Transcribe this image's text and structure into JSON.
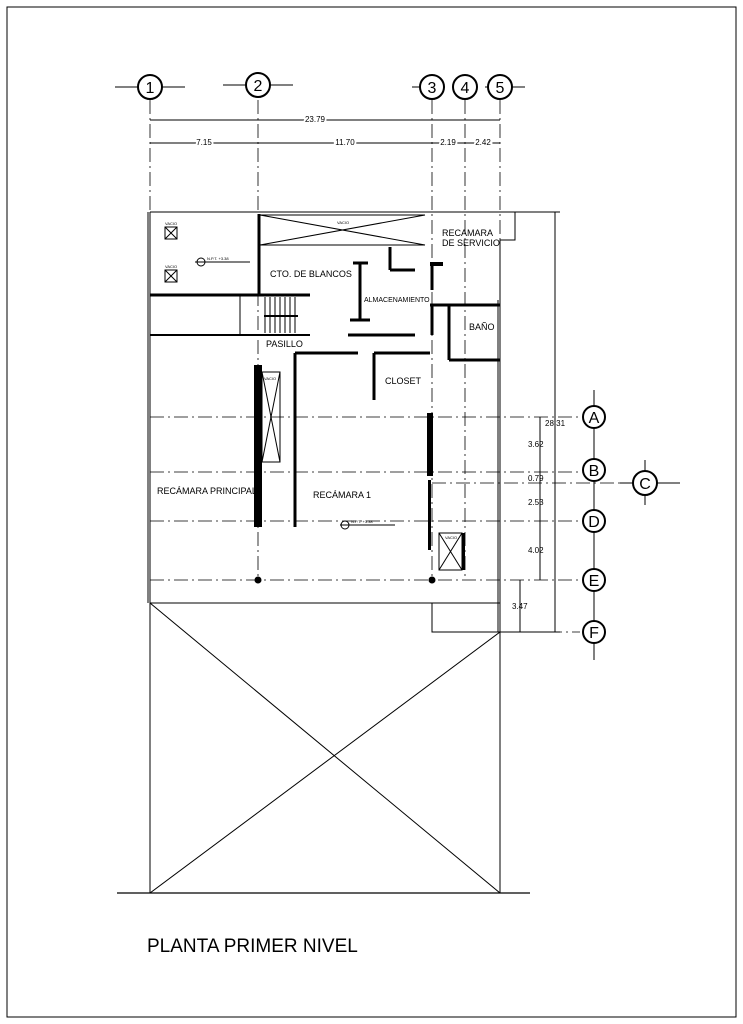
{
  "title": "PLANTA PRIMER NIVEL",
  "axes_columns": [
    "1",
    "2",
    "3",
    "4",
    "5"
  ],
  "axes_rows": [
    "A",
    "B",
    "C",
    "D",
    "E",
    "F"
  ],
  "dimensions": {
    "total_width": "23.79",
    "widths": [
      "7.15",
      "11.70",
      "2.19",
      "2.42"
    ],
    "total_depth": "28.31",
    "depths": [
      "3.62",
      "0.79",
      "2.53",
      "4.02",
      "3.47"
    ]
  },
  "rooms": {
    "cto_blancos": "CTO. DE BLANCOS",
    "recamara_servicio_1": "RECAMARA",
    "recamara_servicio_2": "DE SERVICIO",
    "almacenamiento": "ALMACENAMIENTO",
    "bano": "BAÑO",
    "pasillo": "PASILLO",
    "closet": "CLOSET",
    "recamara_principal": "RECÁMARA PRINCIPAL",
    "recamara_1": "RECÁMARA 1"
  },
  "void_label": "VACIO",
  "level_marker": "N.P.T. +3.38"
}
